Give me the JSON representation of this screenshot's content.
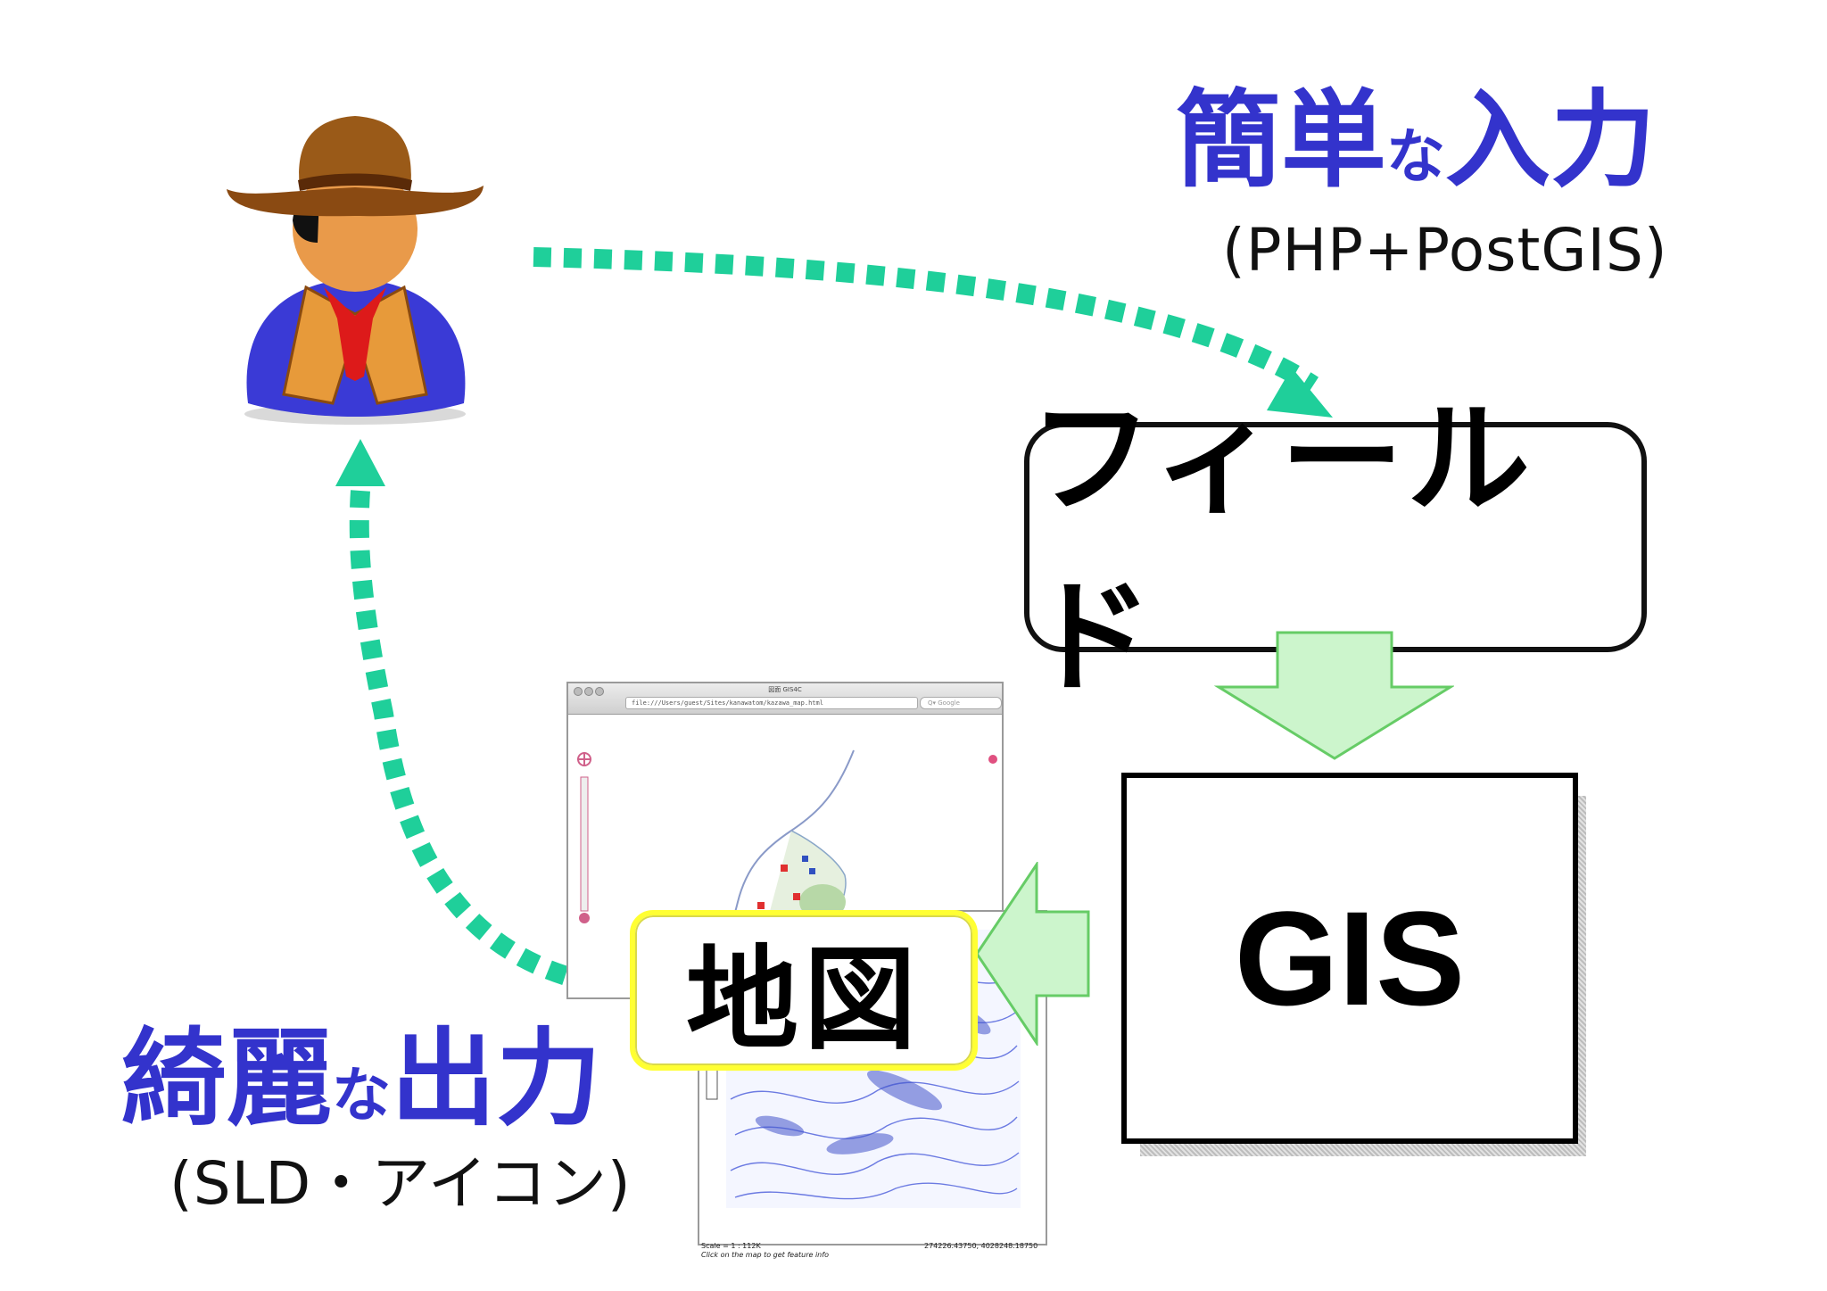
{
  "headings": {
    "input": {
      "kanji1": "簡単",
      "na": "な",
      "kanji2": "入力",
      "sub": "(PHP+PostGIS)"
    },
    "output": {
      "kanji1": "綺麗",
      "na": "な",
      "kanji2": "出力",
      "sub": "(SLD・アイコン)"
    }
  },
  "boxes": {
    "field": "フィールド",
    "gis": "GIS",
    "map": "地図"
  },
  "screenshot": {
    "window_title": "図面 GIS4C",
    "url": "file:///Users/guest/Sites/kanawatom/kazawa_map.html",
    "search_placeholder": "Q▾ Google",
    "scale_text": "Scale = 1 : 112K",
    "click_hint": "Click on the map to get feature info",
    "coords": "274226.43750, 4028248.18750"
  },
  "colors": {
    "heading_blue": "#3333cc",
    "arrow_green": "#1fcf9a",
    "block_arrow_fill": "#ccf5cc",
    "block_arrow_stroke": "#66cc66",
    "map_box_border": "#ffff33"
  },
  "icons": [
    "cowboy-user-icon"
  ]
}
